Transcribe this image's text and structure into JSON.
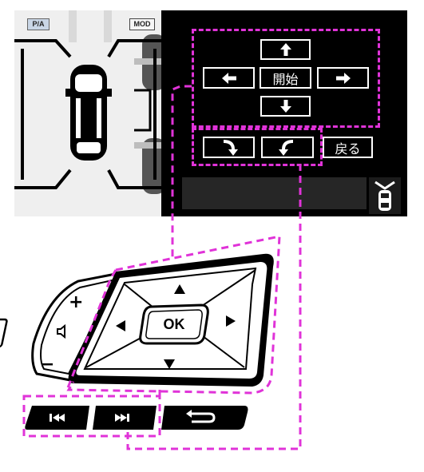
{
  "screen": {
    "pa_label": "P/A",
    "mod_label": "MOD",
    "start_label": "開始",
    "back_label": "戻る"
  },
  "wheel": {
    "ok_label": "OK",
    "plus_label": "+",
    "minus_label": "−"
  },
  "colors": {
    "highlight": "#e033d8",
    "screen_bg": "#000000",
    "camera_bg": "#efefef",
    "button_fg": "#ffffff"
  }
}
